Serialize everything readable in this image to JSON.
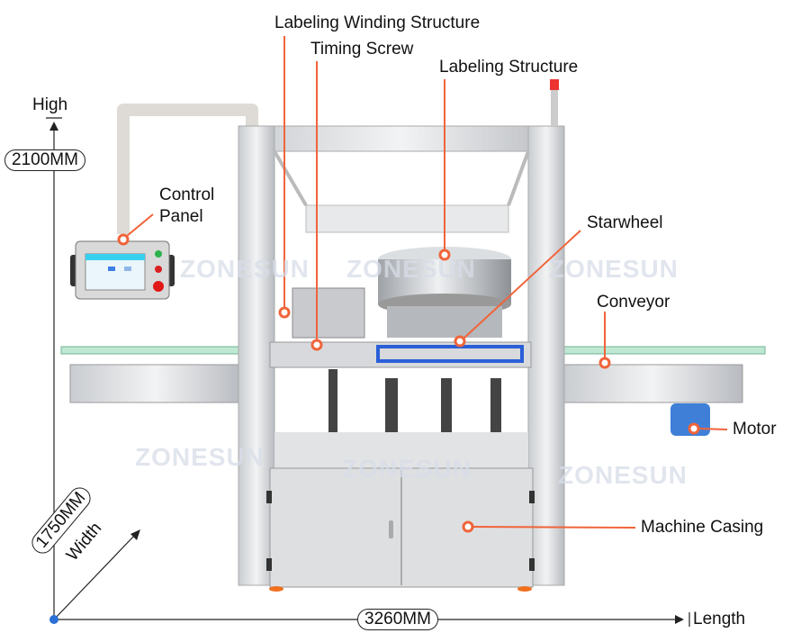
{
  "callouts": {
    "labeling_winding_structure": "Labeling Winding Structure",
    "timing_screw": "Timing Screw",
    "labeling_structure": "Labeling Structure",
    "control_panel_line1": "Control",
    "control_panel_line2": "Panel",
    "starwheel": "Starwheel",
    "conveyor": "Conveyor",
    "motor": "Motor",
    "machine_casing": "Machine Casing"
  },
  "dimensions": {
    "height_label": "High",
    "height_value": "2100MM",
    "width_label": "Width",
    "width_value": "1750MM",
    "length_label": "Length",
    "length_value": "3260MM"
  },
  "watermark": "ZONESUN",
  "colors": {
    "callout": "#f0643a",
    "axis": "#222222",
    "origin_dot": "#2a6fd6"
  }
}
